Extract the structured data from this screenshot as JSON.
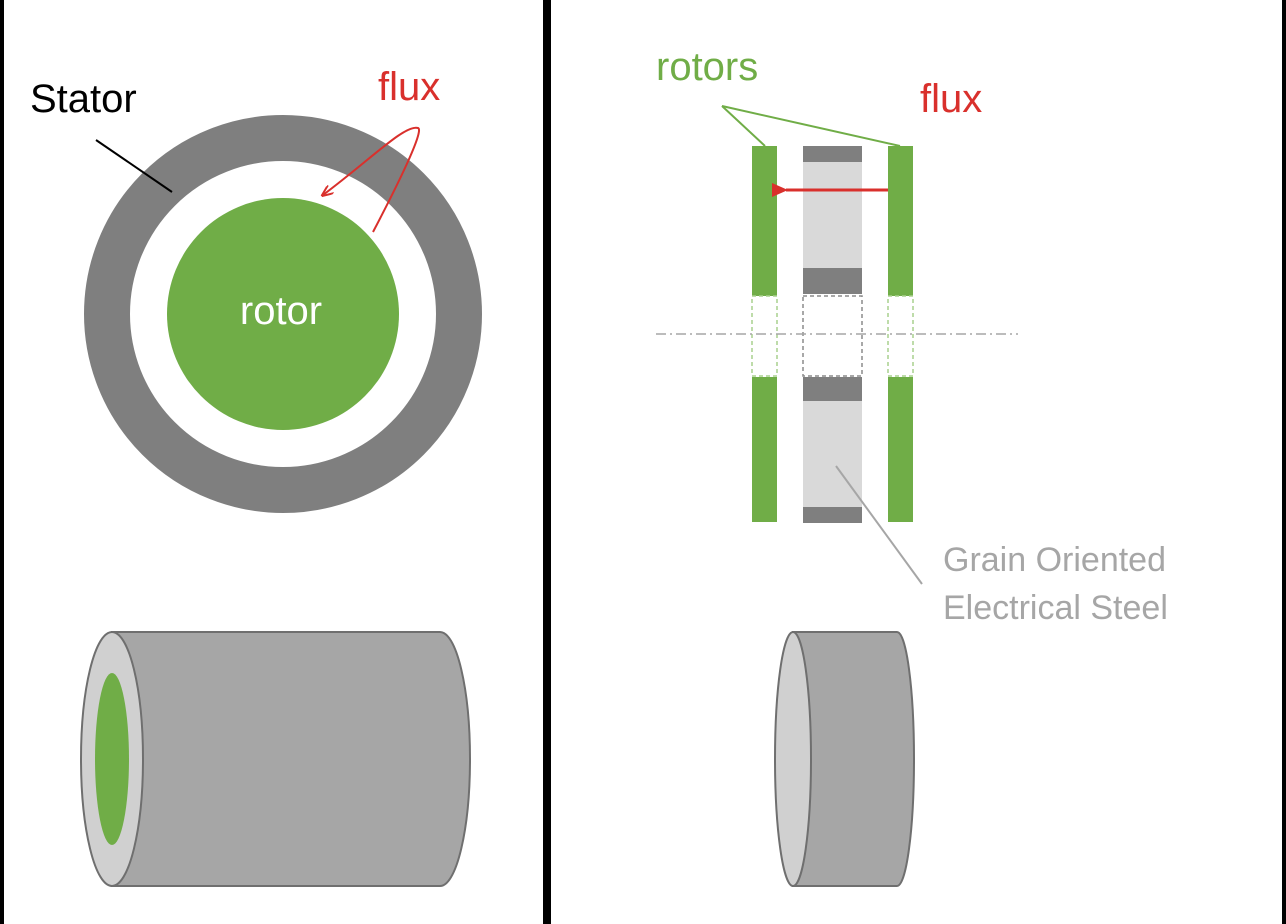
{
  "left_panel": {
    "stator_label": "Stator",
    "rotor_label": "rotor",
    "flux_label": "flux"
  },
  "right_panel": {
    "rotors_label": "rotors",
    "flux_label": "flux",
    "steel_label_line1": "Grain Oriented",
    "steel_label_line2": "Electrical Steel"
  },
  "colors": {
    "stator": "#7f7f7f",
    "rotor": "#70ad47",
    "flux": "#d9302c",
    "steel": "#d9d9d9",
    "steel_label": "#a6a6a6",
    "cylinder_body": "#a6a6a6",
    "cylinder_face": "#d0d0d0",
    "divider": "#000000"
  }
}
